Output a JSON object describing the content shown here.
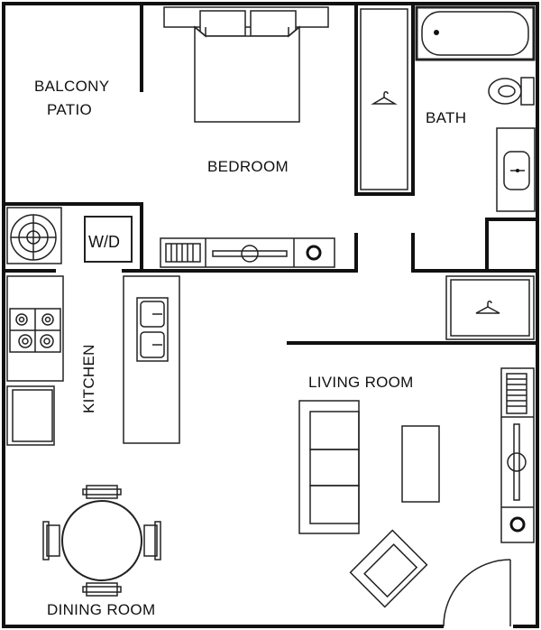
{
  "rooms": {
    "balcony_line1": "BALCONY",
    "balcony_line2": "PATIO",
    "bedroom": "BEDROOM",
    "bath": "BATH",
    "kitchen": "KITCHEN",
    "living_room": "LIVING ROOM",
    "dining_room": "DINING ROOM"
  },
  "fixtures": {
    "washer_dryer": "W/D"
  },
  "icons": [
    "bed-icon",
    "bathtub-icon",
    "toilet-icon",
    "sink-icon",
    "closet-hanger-icon",
    "stove-icon",
    "water-heater-icon",
    "dresser-icon",
    "sofa-icon",
    "coffee-table-icon",
    "armchair-icon",
    "dining-table-icon",
    "door-swing-icon"
  ]
}
